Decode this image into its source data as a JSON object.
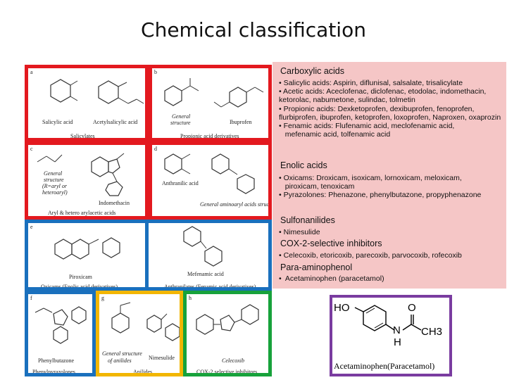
{
  "title": "Chemical classification",
  "panels": {
    "a": {
      "label": "a",
      "cap1": "Salicylic acid",
      "cap2": "Acetylsalicylic acid",
      "footer": "Salicylates"
    },
    "b": {
      "label": "b",
      "cap1": "General",
      "cap1b": "structure",
      "cap2": "Ibuprofen",
      "footer": "Propionic acid derivatives"
    },
    "c": {
      "label": "c",
      "cap1": "General",
      "cap1b": "structure",
      "cap1c": "(R=aryl or",
      "cap1d": "heteroaryl)",
      "cap2": "Indomethacin",
      "footer": "Aryl & hetero arylacetic acids"
    },
    "d": {
      "label": "d",
      "cap1": "Anthranilic acid",
      "footer": "General aminoaryl acids structure"
    },
    "e": {
      "label": "e",
      "cap1": "Piroxicam",
      "footer": "Oxicams (Enolic acid derivatives)"
    },
    "e2": {
      "cap1": "Mefenamic acid",
      "footer": "Anthranilates (Fenamic acid derivatives)"
    },
    "f": {
      "label": "f",
      "cap1": "Phenylbutazone",
      "footer": "Phenylpyrazolones"
    },
    "g": {
      "label": "g",
      "cap1": "General structure",
      "cap1b": "of anilides",
      "cap2": "Nimesulide",
      "footer": "Anilides"
    },
    "h": {
      "label": "h",
      "cap1": "Celecoxib",
      "footer": "COX-2 selective inhibitors"
    }
  },
  "sections": [
    {
      "heading": "Carboxylic acids",
      "lines": [
        "• Salicylic acids: Aspirin, diflunisal, salsalate, trisalicylate",
        "• Acetic acids: Aceclofenac, diclofenac, etodolac, indomethacin, ketorolac, nabumetone, sulindac, tolmetin",
        "• Propionic acids: Dexketoprofen, dexibuprofen, fenoprofen, flurbiprofen, ibuprofen, ketoprofen, loxoprofen, Naproxen, oxaprozin",
        "• Fenamic acids: Flufenamic acid, meclofenamic acid,\n   mefenamic acid, tolfenamic acid"
      ]
    },
    {
      "heading": "Enolic acids",
      "lines": [
        "• Oxicams: Droxicam, isoxicam, lornoxicam, meloxicam,\n   piroxicam, tenoxicam",
        "• Pyrazolones: Phenazone, phenylbutazone, propyphenazone"
      ]
    },
    {
      "heading": "Sulfonanilides",
      "lines": [
        "• Nimesulide"
      ]
    },
    {
      "heading": "COX-2-selective inhibitors",
      "lines": [
        "• Celecoxib, etoricoxib, parecoxib, parvocoxib, rofecoxib"
      ]
    },
    {
      "heading": "Para-aminophenol",
      "lines": [
        "•  Acetaminophen (paracetamol)"
      ]
    }
  ],
  "paracetamol": {
    "caption": "Acetaminophen(Paracetamol)",
    "ho": "HO",
    "n": "N",
    "h": "H",
    "o": "O",
    "ch3": "CH3"
  },
  "colors": {
    "red": "#e3191f",
    "blue": "#1a70bd",
    "yellow": "#f2b600",
    "green": "#17a23b",
    "purple": "#7a3ca0",
    "pink": "#f5c6c6"
  }
}
